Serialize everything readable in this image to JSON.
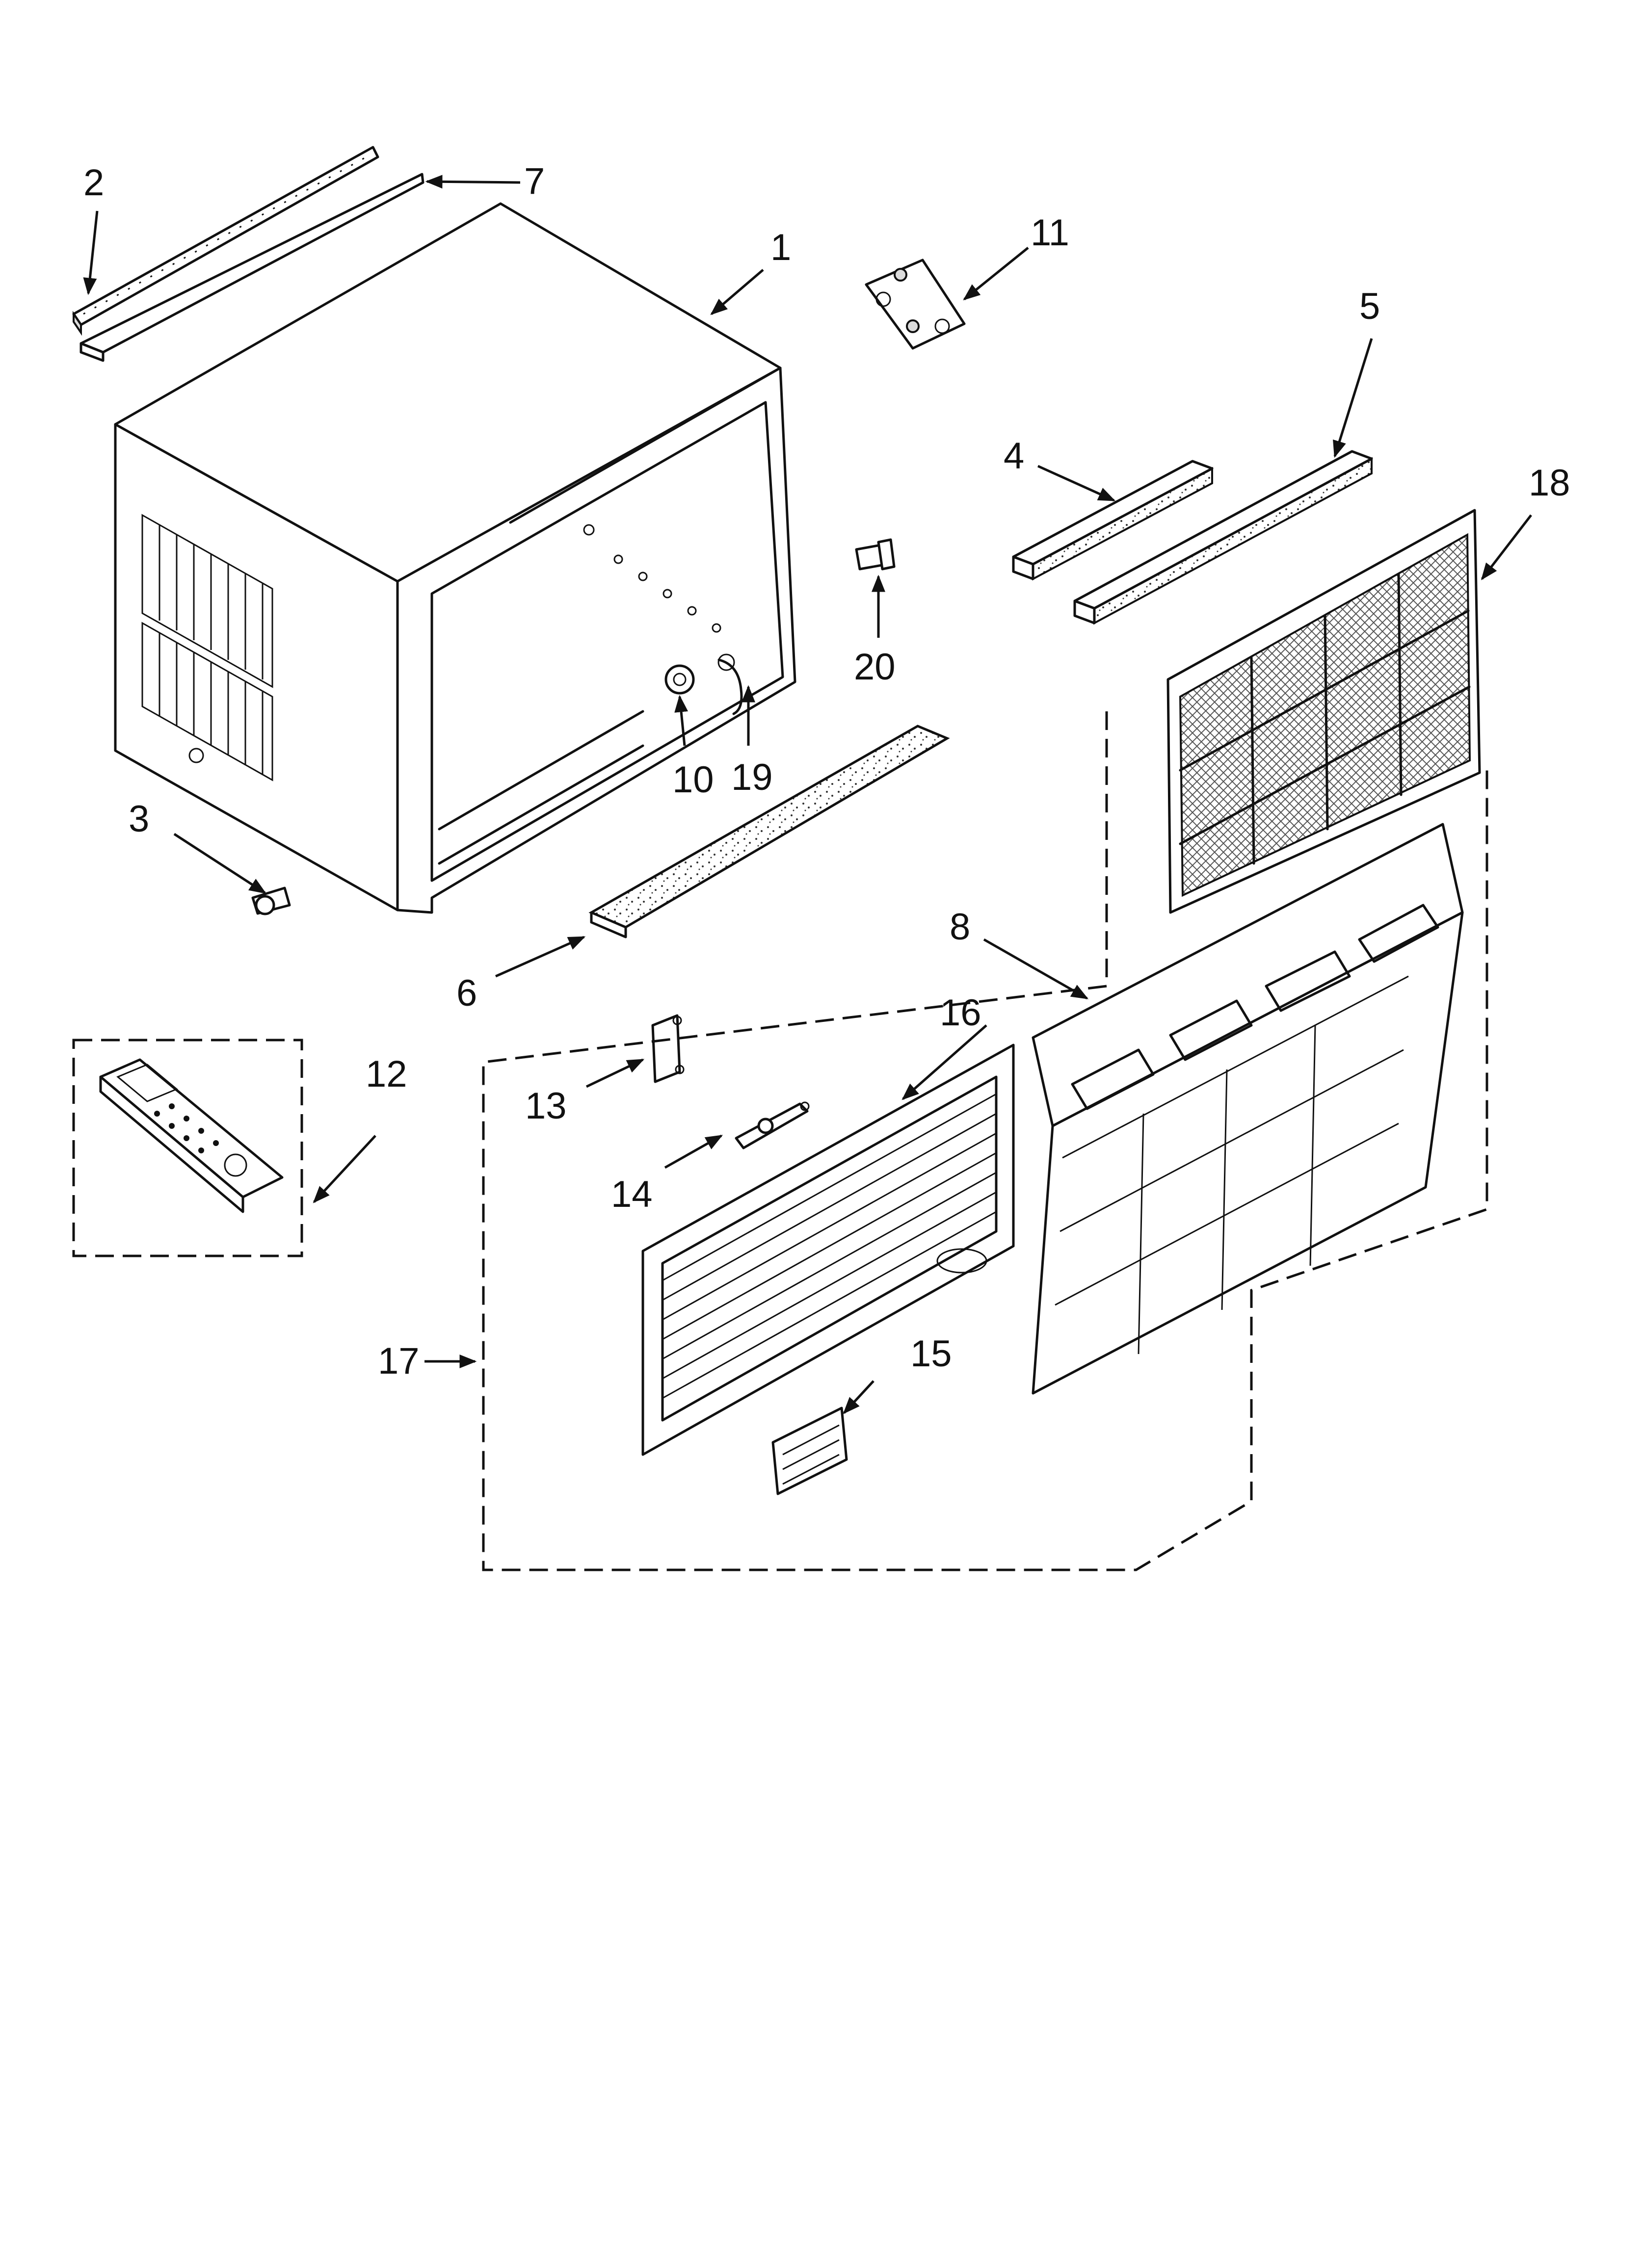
{
  "callouts": {
    "c1": "1",
    "c2": "2",
    "c3": "3",
    "c4": "4",
    "c5": "5",
    "c6": "6",
    "c7": "7",
    "c8": "8",
    "c10": "10",
    "c11": "11",
    "c12": "12",
    "c13": "13",
    "c14": "14",
    "c15": "15",
    "c16": "16",
    "c17": "17",
    "c18": "18",
    "c19": "19",
    "c20": "20"
  }
}
